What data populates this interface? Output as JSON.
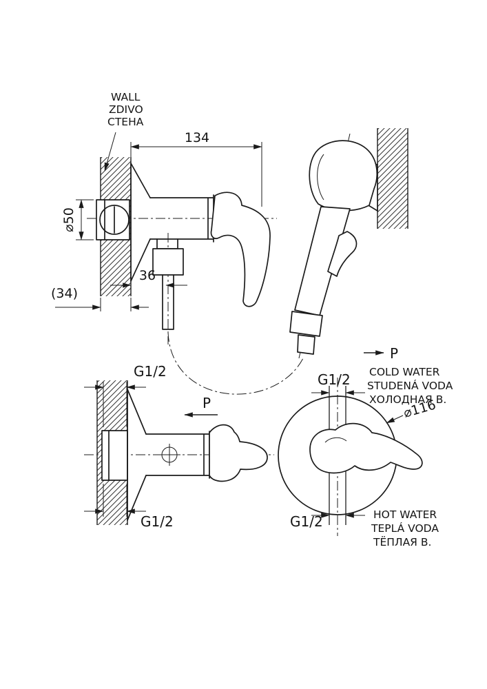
{
  "page": {
    "background": "#ffffff",
    "line_color": "#1b1b1b"
  },
  "annotations": {
    "wall": {
      "line1": "WALL",
      "line2": "ZDIVO",
      "line3": "СТЕНА"
    },
    "p_left": "P",
    "p_right": "P",
    "cold_water": {
      "line1": "COLD WATER",
      "line2": "STUDENÁ VODA",
      "line3": "ХОЛОДНАЯ В."
    },
    "hot_water": {
      "line1": "HOT WATER",
      "line2": "TEPLÁ VODA",
      "line3": "ТЁПЛАЯ В."
    }
  },
  "dimensions": {
    "width_134": "134",
    "diameter_50": "⌀50",
    "recess_34": "(34)",
    "offset_36": "36",
    "thread_top_left": "G1/2",
    "thread_bottom_left": "G1/2",
    "thread_top_right": "G1/2",
    "thread_bottom_right": "G1/2",
    "diameter_116": "⌀116"
  }
}
